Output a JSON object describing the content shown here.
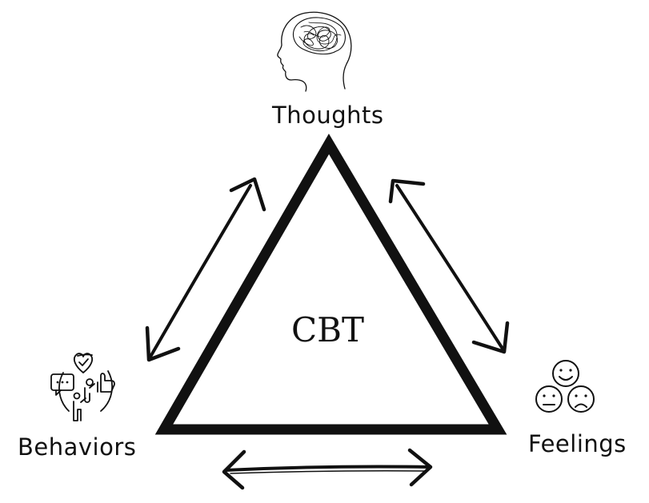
{
  "diagram": {
    "center_label": "CBT",
    "nodes": {
      "thoughts": {
        "label": "Thoughts",
        "icon": "brain-head-icon"
      },
      "behaviors": {
        "label": "Behaviors",
        "icon": "behavior-people-icon"
      },
      "feelings": {
        "label": "Feelings",
        "icon": "emotion-faces-icon"
      }
    },
    "connections": [
      {
        "from": "thoughts",
        "to": "behaviors",
        "style": "double-headed-arrow"
      },
      {
        "from": "thoughts",
        "to": "feelings",
        "style": "double-headed-arrow"
      },
      {
        "from": "behaviors",
        "to": "feelings",
        "style": "double-headed-arrow"
      }
    ],
    "colors": {
      "ink": "#111111",
      "background": "#ffffff"
    }
  }
}
